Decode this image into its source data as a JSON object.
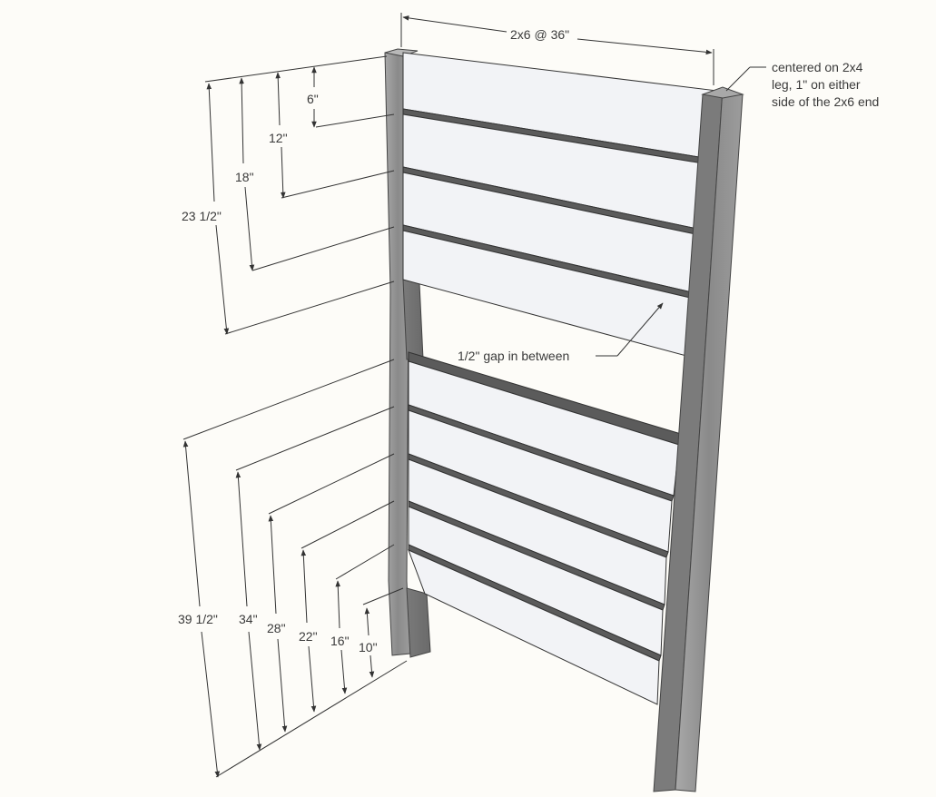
{
  "colors": {
    "background": "#fdfcf8",
    "board_face": "#f2f3f6",
    "board_edge": "#5b5b5b",
    "leg_face": "#8f8f8f",
    "leg_dark": "#6e6e6e",
    "line": "#333333"
  },
  "top_dimension": {
    "label": "2x6 @ 36\""
  },
  "note_centered": {
    "lines": [
      "centered on 2x4",
      "leg, 1\" on either",
      "side of the 2x6 end"
    ]
  },
  "gap_note": {
    "label": "1/2\" gap in between"
  },
  "upper_dimensions": [
    {
      "label": "6\""
    },
    {
      "label": "12\""
    },
    {
      "label": "18\""
    },
    {
      "label": "23 1/2\""
    }
  ],
  "lower_dimensions": [
    {
      "label": "39 1/2\""
    },
    {
      "label": "34\""
    },
    {
      "label": "28\""
    },
    {
      "label": "22\""
    },
    {
      "label": "16\""
    },
    {
      "label": "10\""
    }
  ]
}
